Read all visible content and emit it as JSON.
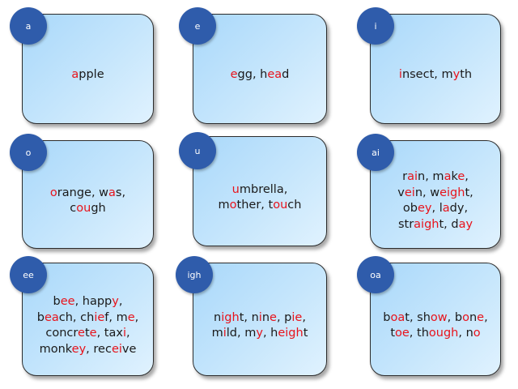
{
  "cards": [
    {
      "label": "a",
      "lines": [
        [
          [
            "a",
            true
          ],
          [
            "pple",
            false
          ]
        ]
      ]
    },
    {
      "label": "e",
      "lines": [
        [
          [
            "e",
            true
          ],
          [
            "gg, h",
            false
          ],
          [
            "ea",
            true
          ],
          [
            "d",
            false
          ]
        ]
      ]
    },
    {
      "label": "i",
      "lines": [
        [
          [
            "i",
            true
          ],
          [
            "nsect, m",
            false
          ],
          [
            "y",
            true
          ],
          [
            "th",
            false
          ]
        ]
      ]
    },
    {
      "label": "o",
      "lines": [
        [
          [
            "o",
            true
          ],
          [
            "range, w",
            false
          ],
          [
            "a",
            true
          ],
          [
            "s,",
            false
          ]
        ],
        [
          [
            "c",
            false
          ],
          [
            "ou",
            true
          ],
          [
            "gh",
            false
          ]
        ]
      ]
    },
    {
      "label": "u",
      "lines": [
        [
          [
            "u",
            true
          ],
          [
            "mbrella,",
            false
          ]
        ],
        [
          [
            "m",
            false
          ],
          [
            "o",
            true
          ],
          [
            "ther, t",
            false
          ],
          [
            "ou",
            true
          ],
          [
            "ch",
            false
          ]
        ]
      ]
    },
    {
      "label": "ai",
      "lines": [
        [
          [
            "r",
            false
          ],
          [
            "ai",
            true
          ],
          [
            "n, m",
            false
          ],
          [
            "a",
            true
          ],
          [
            "k",
            false
          ],
          [
            "e",
            true
          ],
          [
            ",",
            false
          ]
        ],
        [
          [
            "v",
            false
          ],
          [
            "ei",
            true
          ],
          [
            "n, w",
            false
          ],
          [
            "eigh",
            true
          ],
          [
            "t,",
            false
          ]
        ],
        [
          [
            "ob",
            false
          ],
          [
            "ey",
            true
          ],
          [
            ", l",
            false
          ],
          [
            "a",
            true
          ],
          [
            "dy,",
            false
          ]
        ],
        [
          [
            "str",
            false
          ],
          [
            "aigh",
            true
          ],
          [
            "t, d",
            false
          ],
          [
            "ay",
            true
          ]
        ]
      ]
    },
    {
      "label": "ee",
      "lines": [
        [
          [
            "b",
            false
          ],
          [
            "ee",
            true
          ],
          [
            ", happ",
            false
          ],
          [
            "y",
            true
          ],
          [
            ",",
            false
          ]
        ],
        [
          [
            "b",
            false
          ],
          [
            "ea",
            true
          ],
          [
            "ch, ch",
            false
          ],
          [
            "ie",
            true
          ],
          [
            "f, m",
            false
          ],
          [
            "e",
            true
          ],
          [
            ",",
            false
          ]
        ],
        [
          [
            "concr",
            false
          ],
          [
            "e",
            true
          ],
          [
            "t",
            false
          ],
          [
            "e",
            true
          ],
          [
            ", tax",
            false
          ],
          [
            "i",
            true
          ],
          [
            ",",
            false
          ]
        ],
        [
          [
            "monk",
            false
          ],
          [
            "ey",
            true
          ],
          [
            ", rec",
            false
          ],
          [
            "ei",
            true
          ],
          [
            "ve",
            false
          ]
        ]
      ]
    },
    {
      "label": "igh",
      "lines": [
        [
          [
            "n",
            false
          ],
          [
            "igh",
            true
          ],
          [
            "t, n",
            false
          ],
          [
            "i",
            true
          ],
          [
            "n",
            false
          ],
          [
            "e",
            true
          ],
          [
            ", p",
            false
          ],
          [
            "ie",
            true
          ],
          [
            ",",
            false
          ]
        ],
        [
          [
            "m",
            false
          ],
          [
            "i",
            true
          ],
          [
            "ld, m",
            false
          ],
          [
            "y",
            true
          ],
          [
            ", h",
            false
          ],
          [
            "eigh",
            true
          ],
          [
            "t",
            false
          ]
        ]
      ]
    },
    {
      "label": "oa",
      "lines": [
        [
          [
            "b",
            false
          ],
          [
            "oa",
            true
          ],
          [
            "t, sh",
            false
          ],
          [
            "ow",
            true
          ],
          [
            ", b",
            false
          ],
          [
            "o",
            true
          ],
          [
            "n",
            false
          ],
          [
            "e",
            true
          ],
          [
            ",",
            false
          ]
        ],
        [
          [
            "t",
            false
          ],
          [
            "oe",
            true
          ],
          [
            ", th",
            false
          ],
          [
            "ough",
            true
          ],
          [
            ", n",
            false
          ],
          [
            "o",
            true
          ]
        ]
      ]
    }
  ]
}
